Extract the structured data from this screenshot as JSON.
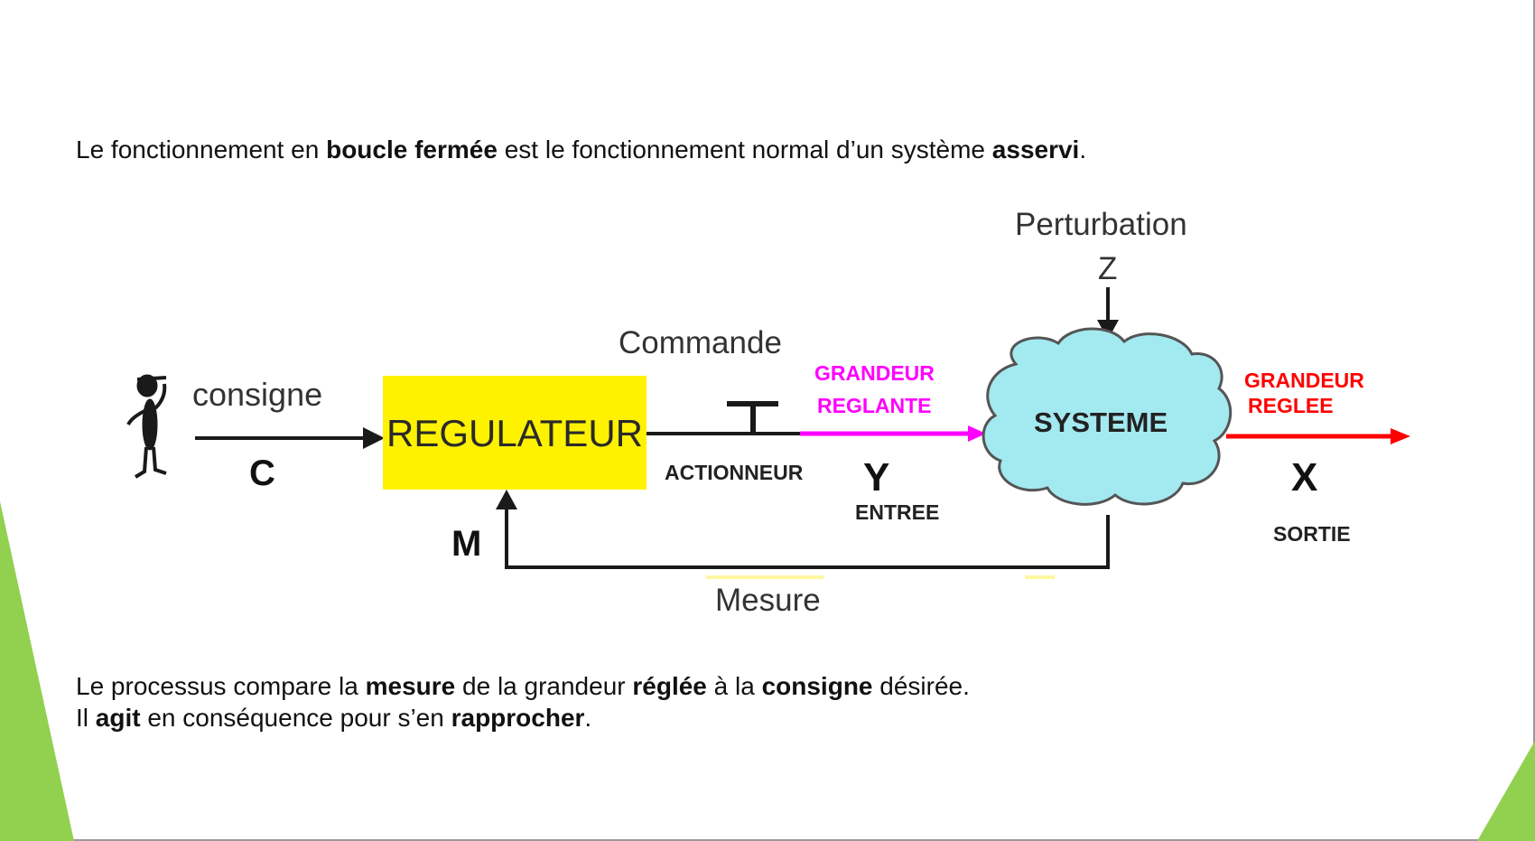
{
  "intro": {
    "p1": "Le fonctionnement en ",
    "b1": "boucle fermée",
    "p2": " est le fonctionnement normal d’un système ",
    "b2": "asservi",
    "p3": "."
  },
  "diagram": {
    "consigne_label": "consigne",
    "consigne_symbol": "C",
    "regulateur_label": "REGULATEUR",
    "commande_label": "Commande",
    "actionneur_label": "ACTIONNEUR",
    "grandeur_reglante_line1": "GRANDEUR",
    "grandeur_reglante_line2": "REGLANTE",
    "entree_symbol": "Y",
    "entree_label": "ENTREE",
    "perturbation_label": "Perturbation",
    "perturbation_symbol": "Z",
    "systeme_label": "SYSTEME",
    "grandeur_reglee_line1": "GRANDEUR",
    "grandeur_reglee_line2": "REGLEE",
    "sortie_symbol": "X",
    "sortie_label": "SORTIE",
    "mesure_symbol": "M",
    "mesure_label": "Mesure",
    "colors": {
      "regulateur_fill": "#fff200",
      "systeme_fill": "#a3e9f0",
      "reglante_arrow": "#ff00ff",
      "reglee_arrow": "#ff0000",
      "line": "#1a1a1a",
      "slide_accent": "#92d050"
    }
  },
  "conclusion": {
    "line1": {
      "p1": "Le processus compare la ",
      "b1": "mesure",
      "p2": " de la grandeur ",
      "b2": "réglée",
      "p3": " à la ",
      "b3": "consigne",
      "p4": " désirée."
    },
    "line2": {
      "p1": "Il ",
      "b1": "agit",
      "p2": " en conséquence pour s’en ",
      "b2": "rapprocher",
      "p3": "."
    }
  }
}
